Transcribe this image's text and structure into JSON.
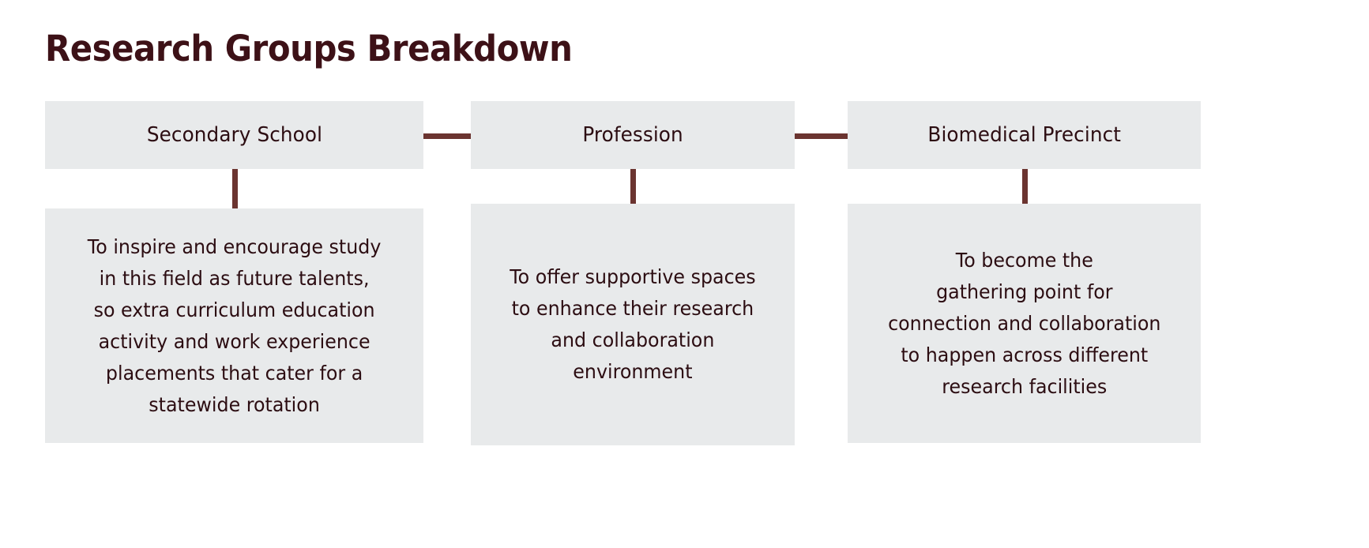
{
  "title": "Research Groups Breakdown",
  "theme": {
    "background": "#ffffff",
    "box_fill": "#e8eaeb",
    "text_color": "#2c0d12",
    "title_color": "#3d1117",
    "connector_color": "#6b3430"
  },
  "columns": [
    {
      "header": "Secondary School",
      "body": "To inspire and encourage study\nin this field as future talents,\nso extra curriculum education\nactivity and work experience\nplacements that cater for a\nstatewide rotation"
    },
    {
      "header": "Profession",
      "body": "To offer supportive spaces\nto enhance their research\nand collaboration\nenvironment"
    },
    {
      "header": "Biomedical Precinct",
      "body": "To become the\ngathering point for\nconnection and collaboration\nto happen across different\nresearch facilities"
    }
  ],
  "connectors": [
    {
      "from": "Secondary School",
      "to": "Profession",
      "orientation": "horizontal"
    },
    {
      "from": "Profession",
      "to": "Biomedical Precinct",
      "orientation": "horizontal"
    },
    {
      "from": "Secondary School",
      "to": "Secondary School body",
      "orientation": "vertical"
    },
    {
      "from": "Profession",
      "to": "Profession body",
      "orientation": "vertical"
    },
    {
      "from": "Biomedical Precinct",
      "to": "Biomedical Precinct body",
      "orientation": "vertical"
    }
  ]
}
